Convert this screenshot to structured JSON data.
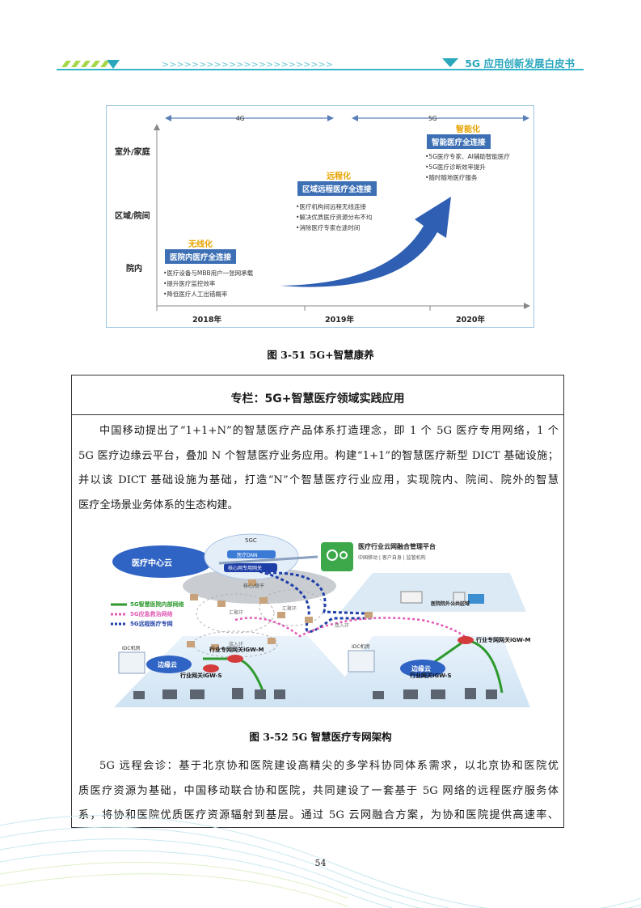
{
  "header": {
    "title": "5G 应用创新发展白皮书"
  },
  "figure1": {
    "eras": {
      "e4g": "4G",
      "e5g": "5G"
    },
    "rows": [
      "室外/家庭",
      "区域/院间",
      "院内"
    ],
    "years": [
      "2018年",
      "2019年",
      "2020年"
    ],
    "stages": [
      {
        "title": "无线化",
        "box": "医院内医疗全连接",
        "bullets": [
          "•医疗设备与MBB用户一张网承载",
          "•提升医疗监控效率",
          "•降低医疗人工出错概率"
        ]
      },
      {
        "title": "远程化",
        "box": "区域远程医疗全连接",
        "bullets": [
          "•医疗机构间远程无线连接",
          "•解决优质医疗资源分布不均",
          "•消除医疗专家在途时间"
        ]
      },
      {
        "title": "智能化",
        "box": "智能医疗全连接",
        "bullets": [
          "•5G医疗专家、AI辅助智能医疗",
          "•5G医疗诊断效率提升",
          "•随时随地医疗服务"
        ]
      }
    ],
    "colors": {
      "arrow": "#2f5fb3",
      "box": "#3c6fb4",
      "title": "#e7a400"
    },
    "caption": "图 3-51 5G+智慧康养"
  },
  "box": {
    "title": "专栏：5G+智慧医疗领域实践应用",
    "para1": [
      "中国移动提出了“1+1+N”的智慧医疗产品体系打造理念，即 1 个 5G 医疗专用网络，1 个",
      "5G 医疗边缘云平台，叠加 N 个智慧医疗业务应用。构建“1+1”的智慧医疗新型 DICT 基础设施；",
      "并以该 DICT 基础设施为基础，打造“N”个智慧医疗行业应用，实现院内、院间、院外的智慧",
      "医疗全场景业务体系的生态构建。"
    ],
    "para2": [
      "5G 远程会诊：基于北京协和医院建设高精尖的多学科协同体系需求，以北京协和医院优",
      "质医疗资源为基础，中国移动联合协和医院，共同建设了一套基于 5G 网络的远程医疗服务体",
      "系，将协和医院优质医疗资源辐射到基层。通过 5G 云网融合方案，为协和医院提供高速率、"
    ]
  },
  "figure2": {
    "cloud_center": "医疗中心云",
    "core_5gc": "5GC",
    "dnn": "医疗DNN",
    "core_gw": "核心网专用网关",
    "core_ring": "核心/骨干",
    "platform": "医疗行业云网融合管理平台",
    "platform_sub": "中国移动 | 客户自身 | 监管机构",
    "legend": [
      "5G智慧医院内部网络",
      "5G应急救治网络",
      "5G远程医疗专网"
    ],
    "legend_colors": [
      "#2e9a2e",
      "#e05bb5",
      "#1f3fa8"
    ],
    "agg_ring": "汇聚环",
    "agg_ring2": "汇聚环",
    "access_ring": "接入环",
    "access_ring2": "接入环",
    "idc_left": "IDC机房",
    "idc_right": "IDC机房",
    "edge_left": "边缘云",
    "edge_right": "边缘云",
    "gw_m_left": "行业专网网关iGW-M",
    "gw_m_right": "行业专网网关iGW-M",
    "gw_s_left": "行业网关iGW-S",
    "gw_s_right": "行业网关iGW-S",
    "hospital_tag": "医院院外公共区域",
    "caption": "图 3-52 5G 智慧医疗专网架构"
  },
  "page_number": "54"
}
